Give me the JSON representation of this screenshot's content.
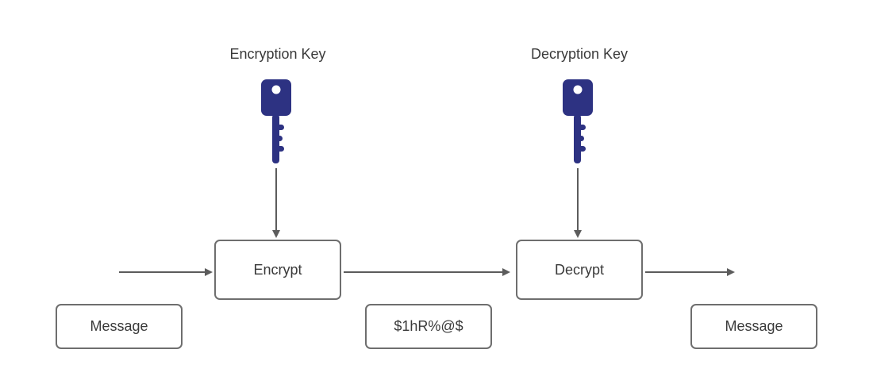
{
  "diagram": {
    "title_implicit": "Encryption / Decryption flow",
    "labels": {
      "encryption_key": "Encryption Key",
      "decryption_key": "Decryption Key"
    },
    "nodes": {
      "encrypt": "Encrypt",
      "decrypt": "Decrypt",
      "message_input": "Message",
      "ciphertext": "$1hR%@$",
      "message_output": "Message"
    },
    "icons": {
      "encryption_key_icon": "key-icon",
      "decryption_key_icon": "key-icon"
    },
    "colors": {
      "key": "#2d3282",
      "border": "#6e6e6e",
      "arrow": "#5c5c5c",
      "text": "#3a3a3a"
    }
  }
}
